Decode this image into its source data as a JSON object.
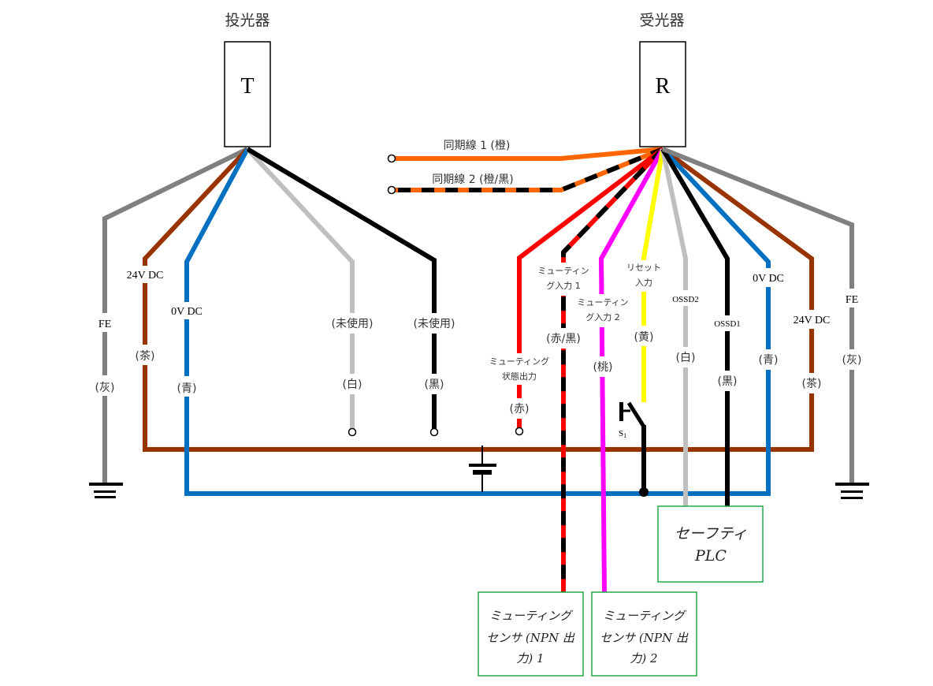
{
  "diagram": {
    "title_emitter": "投光器",
    "title_receiver": "受光器",
    "emitter_box_label": "T",
    "receiver_box_label": "R",
    "colors": {
      "gray": "#808080",
      "brown": "#993300",
      "blue": "#0070C0",
      "white": "#BFBFBF",
      "black": "#000000",
      "orange": "#FF6600",
      "red": "#FF0000",
      "pink": "#FF00FF",
      "yellow": "#FFFF00",
      "green_box": "#22AA44"
    },
    "emitter_wires": [
      {
        "signal": "FE",
        "color_label": "(灰)",
        "color": "gray"
      },
      {
        "signal": "24V DC",
        "color_label": "(茶)",
        "color": "brown"
      },
      {
        "signal": "0V DC",
        "color_label": "(青)",
        "color": "blue"
      },
      {
        "signal": "(未使用)",
        "color_label": "(白)",
        "color": "white"
      },
      {
        "signal": "(未使用)",
        "color_label": "(黒)",
        "color": "black"
      }
    ],
    "sync_wires": [
      {
        "label": "同期線 1 (橙)",
        "color": "orange"
      },
      {
        "label": "同期線 2 (橙/黒)",
        "color": "orange/black"
      }
    ],
    "receiver_wires": [
      {
        "signal": "ミューティング状態出力",
        "signal_lines": [
          "ミューティング",
          "状態出力"
        ],
        "color_label": "(赤)",
        "color": "red"
      },
      {
        "signal": "ミューティング入力 1",
        "signal_lines": [
          "ミューティン",
          "グ入力 1"
        ],
        "color_label": "(赤/黒)",
        "color": "red/black"
      },
      {
        "signal": "ミューティング入力 2",
        "signal_lines": [
          "ミューティン",
          "グ入力 2"
        ],
        "color_label": "(桃)",
        "color": "pink"
      },
      {
        "signal": "リセット入力",
        "signal_lines": [
          "リセット",
          "入力"
        ],
        "color_label": "(黄)",
        "color": "yellow"
      },
      {
        "signal": "OSSD2",
        "color_label": "(白)",
        "color": "white"
      },
      {
        "signal": "OSSD1",
        "color_label": "(黒)",
        "color": "black"
      },
      {
        "signal": "0V DC",
        "color_label": "(青)",
        "color": "blue"
      },
      {
        "signal": "24V DC",
        "color_label": "(茶)",
        "color": "brown"
      },
      {
        "signal": "FE",
        "color_label": "(灰)",
        "color": "gray"
      }
    ],
    "switch_label": "S",
    "switch_subscript": "1",
    "boxes": {
      "safety_plc": [
        "セーフティ",
        "PLC"
      ],
      "muting_sensor_1": [
        "ミューティング",
        "センサ (NPN 出",
        "力) 1"
      ],
      "muting_sensor_2": [
        "ミューティング",
        "センサ (NPN 出",
        "力) 2"
      ]
    }
  }
}
